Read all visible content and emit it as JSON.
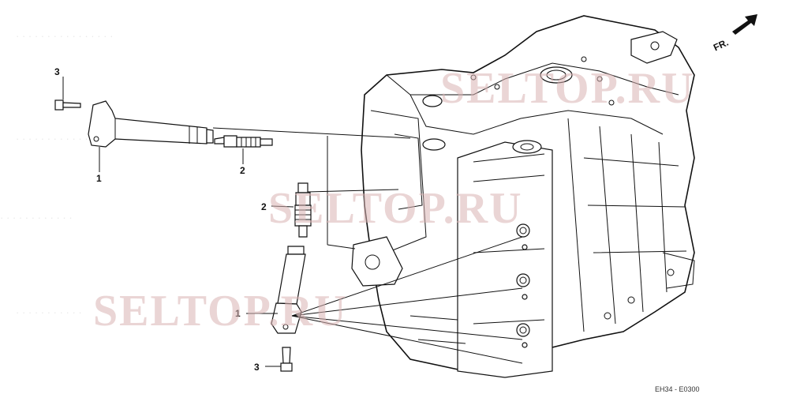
{
  "diagram": {
    "direction_label": "FR.",
    "callouts": {
      "bolt_top": "3",
      "coil_top": "1",
      "plug_top": "2",
      "plug_lower": "2",
      "coil_lower": "1",
      "bolt_lower": "3"
    },
    "watermarks": [
      "SELTOP.RU",
      "SELTOP.RU",
      "SELTOP.RU"
    ],
    "figure_code": "EH34 - E0300"
  }
}
